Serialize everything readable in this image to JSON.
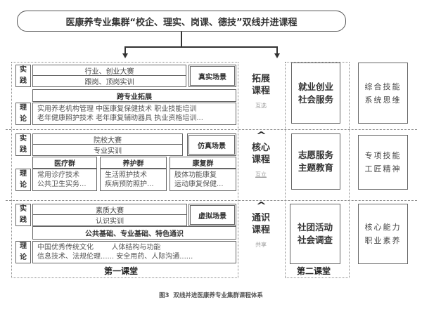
{
  "title": "医康养专业集群“校企、理实、岗课、德技”双线并进课程",
  "caption": "图3  双线并进医康养专业集群课程体系",
  "first_classroom": {
    "label": "第一课堂",
    "tiers": [
      {
        "practice_label": [
          "实",
          "践"
        ],
        "practice_items": [
          "行业、创业大赛",
          "跟岗、顶岗实训"
        ],
        "scene": "真实场景",
        "theory_header": "跨专业拓展",
        "theory_label": [
          "理",
          "论"
        ],
        "theory_lines": [
          "实用养老机构管理 中医康复保健技术 职业技能培训",
          "老年健康照护技术 老年康复辅助器具 执业资格培训..."
        ]
      },
      {
        "practice_label": [
          "实",
          "践"
        ],
        "practice_items": [
          "院校大赛",
          "专业实训"
        ],
        "scene": "仿真场景",
        "theory_label": [
          "理",
          "论"
        ],
        "groups": [
          {
            "name": "医疗群",
            "lines": [
              "常用诊疗技术",
              "公共卫生实务..."
            ]
          },
          {
            "name": "养护群",
            "lines": [
              "生活照护技术",
              "疾病预防照护..."
            ]
          },
          {
            "name": "康复群",
            "lines": [
              "肢体功能康复",
              "运动康复保健..."
            ]
          }
        ]
      },
      {
        "practice_label": [
          "实",
          "践"
        ],
        "practice_items": [
          "素质大赛",
          "认识实训"
        ],
        "scene": "虚拟场景",
        "theory_header": "公共基础、专业基础、特色通识",
        "theory_label": [
          "理",
          "论"
        ],
        "theory_lines": [
          "中国优秀传统文化        人体结构与功能",
          "信息技术、法规伦理...... 安全用药、人际沟通......"
        ]
      }
    ]
  },
  "course_levels": [
    {
      "name": [
        "拓展",
        "课程"
      ],
      "sub": "互选",
      "has_caret": false
    },
    {
      "name": [
        "核心",
        "课程"
      ],
      "sub": "互立",
      "has_caret": true
    },
    {
      "name": [
        "通识",
        "课程"
      ],
      "sub": "共享",
      "has_caret": true
    }
  ],
  "second_classroom": {
    "label": "第二课堂",
    "boxes": [
      [
        "就业创业",
        "社会服务"
      ],
      [
        "志愿服务",
        "主题教育"
      ],
      [
        "社团活动",
        "社会调查"
      ]
    ]
  },
  "outcomes": [
    [
      "综合技能",
      "系统思维"
    ],
    [
      "专项技能",
      "工匠精神"
    ],
    [
      "核心能力",
      "职业素养"
    ]
  ],
  "icons": {
    "caret": "^"
  }
}
